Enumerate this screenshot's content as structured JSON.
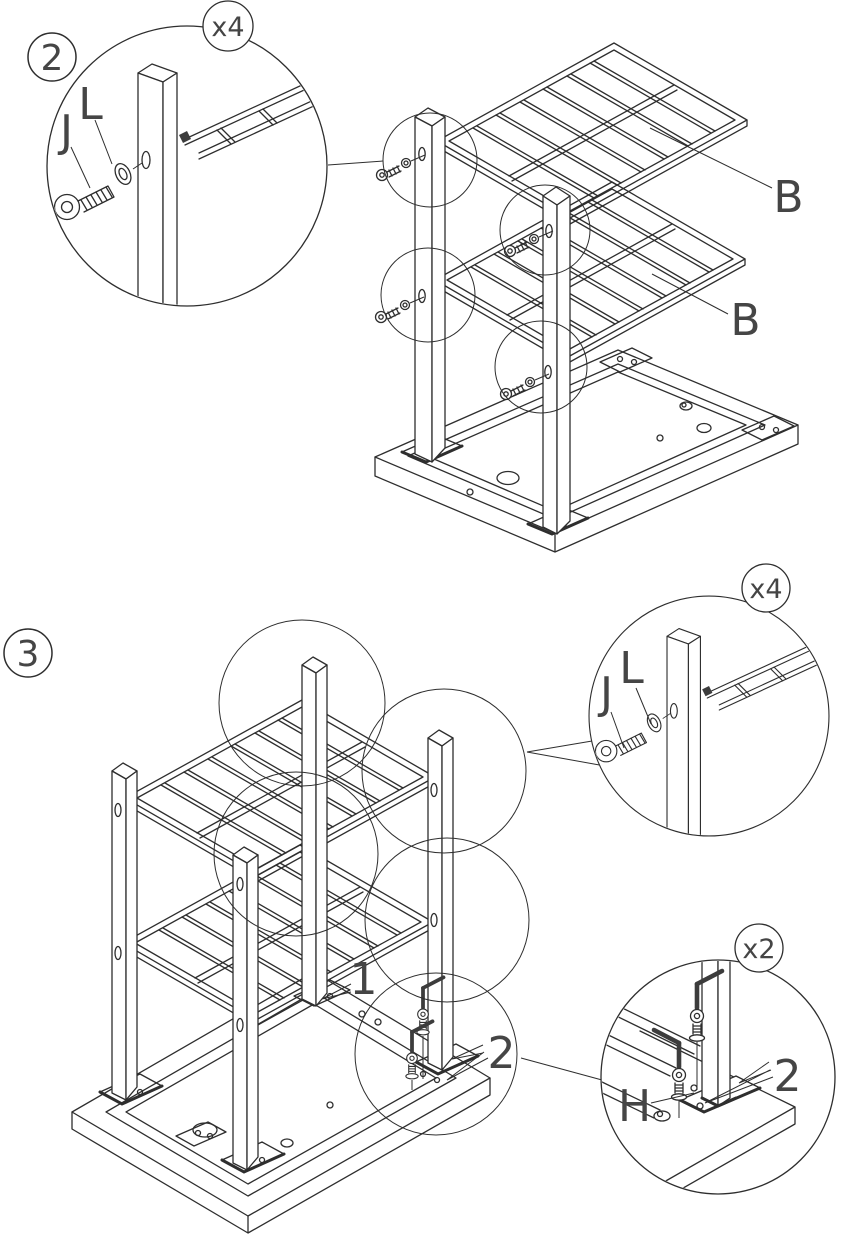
{
  "sheet": {
    "background_color": "#ffffff",
    "line_color": "#2e2e2e",
    "label_color": "#454545"
  },
  "steps": [
    {
      "number": "2",
      "callout": {
        "multiplier": "x4",
        "bolt_label": "J",
        "washer_label": "L"
      },
      "labels": {
        "shelf_upper": "B",
        "shelf_lower": "B"
      }
    },
    {
      "number": "3",
      "callout_top": {
        "multiplier": "x4",
        "bolt_label": "J",
        "washer_label": "L"
      },
      "callout_bottom": {
        "multiplier": "x2",
        "tool_label": "H",
        "leg_label": "2"
      },
      "labels": {
        "bracket_label": "1",
        "leg_label": "2"
      }
    }
  ]
}
